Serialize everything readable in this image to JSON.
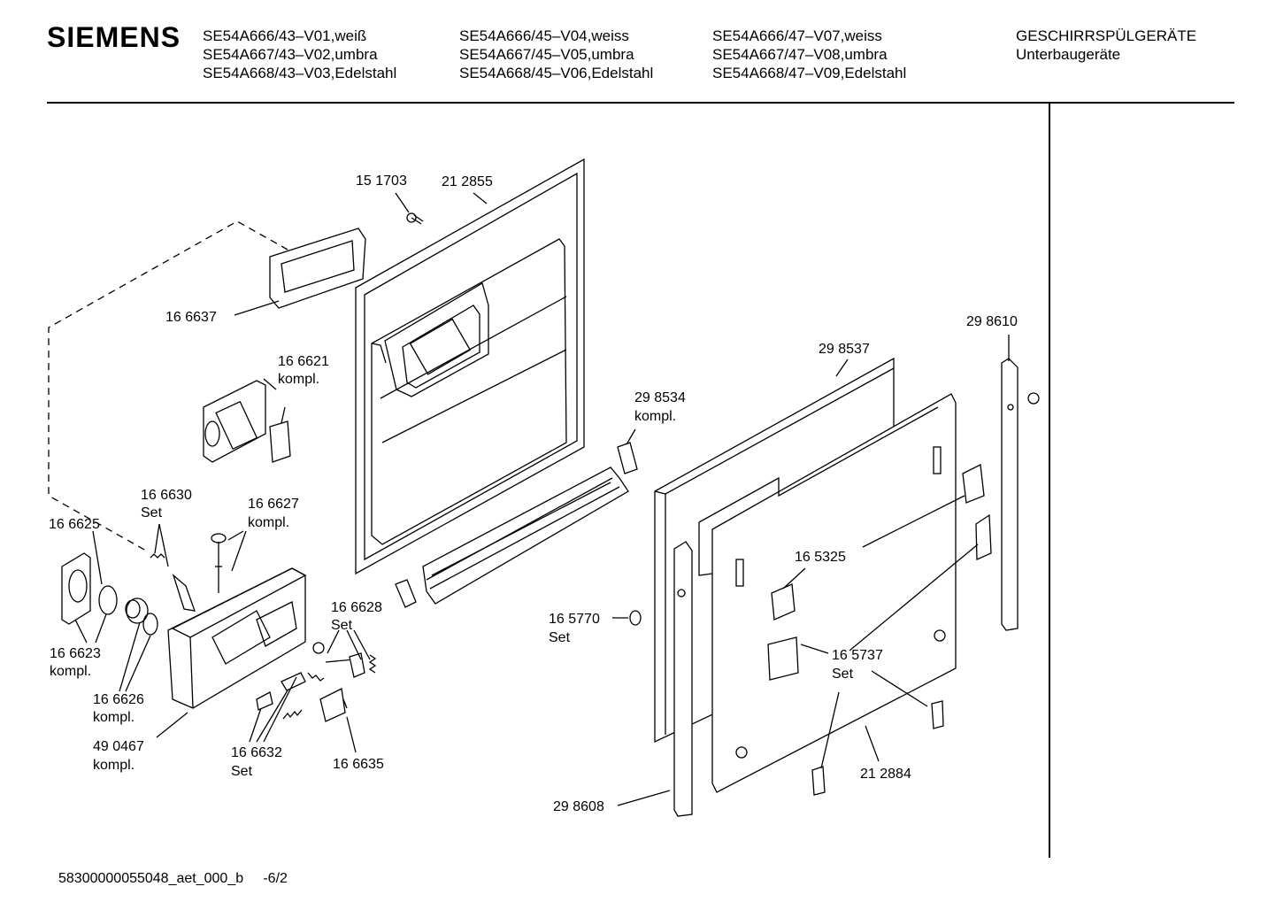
{
  "header": {
    "brand": "SIEMENS",
    "models": [
      [
        "SE54A666/43–V01,weiß",
        "SE54A667/43–V02,umbra",
        "SE54A668/43–V03,Edelstahl"
      ],
      [
        "SE54A666/45–V04,weiss",
        "SE54A667/45–V05,umbra",
        "SE54A668/45–V06,Edelstahl"
      ],
      [
        "SE54A666/47–V07,weiss",
        "SE54A667/47–V08,umbra",
        "SE54A668/47–V09,Edelstahl"
      ]
    ],
    "category": "GESCHIRRSPÜLGERÄTE",
    "subcategory": "Unterbaugeräte"
  },
  "parts": {
    "p151703": "15 1703",
    "p212855": "21 2855",
    "p166637": "16 6637",
    "p166621": "16 6621",
    "p166621_sub": "kompl.",
    "p298610": "29 8610",
    "p298537": "29 8537",
    "p298534": "29 8534",
    "p298534_sub": "kompl.",
    "p166630": "16 6630",
    "p166630_sub": "Set",
    "p166627": "16 6627",
    "p166627_sub": "kompl.",
    "p166625": "16 6625",
    "p165325": "16 5325",
    "p166628": "16 6628",
    "p166628_sub": "Set",
    "p165770": "16 5770",
    "p165770_sub": "Set",
    "p166623": "16 6623",
    "p166623_sub": "kompl.",
    "p165737": "16 5737",
    "p165737_sub": "Set",
    "p166626": "16 6626",
    "p166626_sub": "kompl.",
    "p490467": "49 0467",
    "p490467_sub": "kompl.",
    "p166632": "16 6632",
    "p166632_sub": "Set",
    "p166635": "16 6635",
    "p212884": "21 2884",
    "p298608": "29 8608"
  },
  "footer": {
    "doc_id": "58300000055048_aet_000_b",
    "page": "-6/2"
  }
}
